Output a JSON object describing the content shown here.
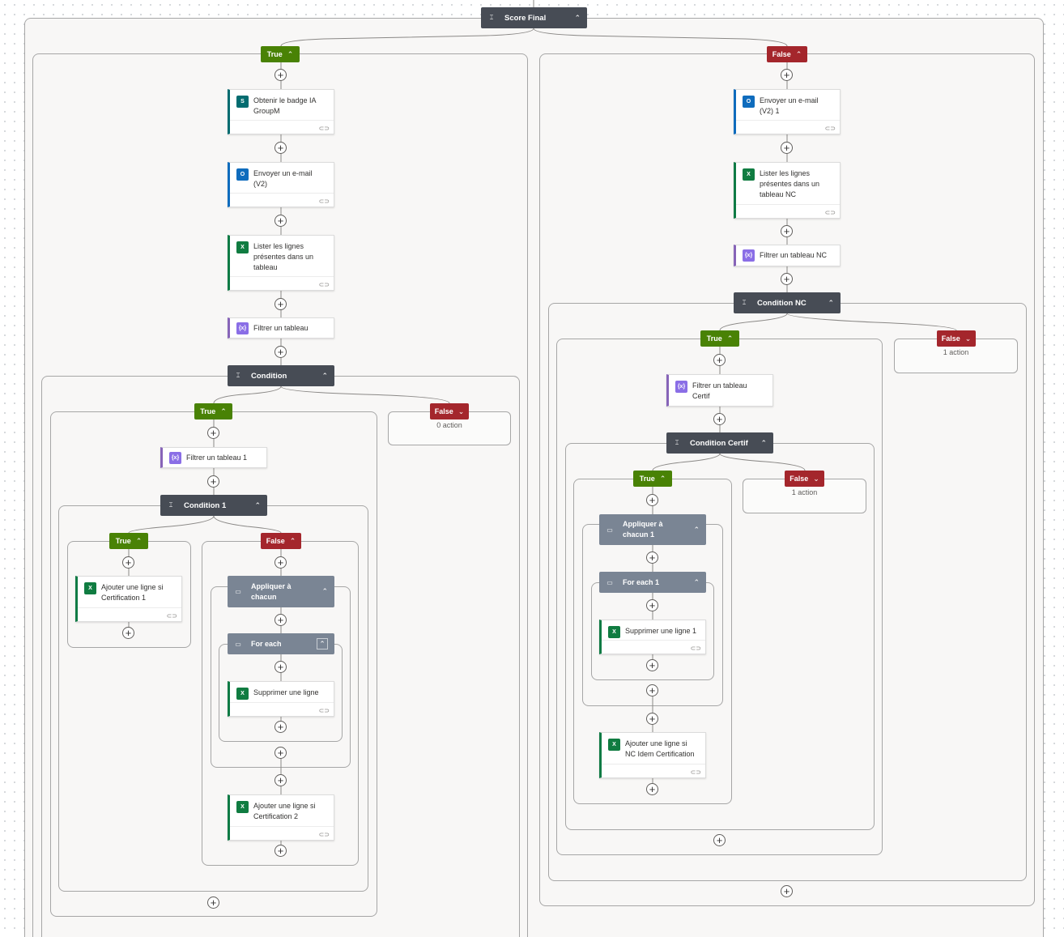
{
  "score_final": {
    "title": "Score Final",
    "icon": "condition-icon"
  },
  "labels": {
    "true": "True",
    "false": "False"
  },
  "left_branch": {
    "actions": {
      "badge": "Obtenir le badge IA\nGroupM",
      "email": "Envoyer un e-mail\n(V2)",
      "list_rows": "Lister les lignes\nprésentes dans un\ntableau",
      "filter": "Filtrer un tableau"
    },
    "condition": {
      "title": "Condition",
      "false_summary": "0 action",
      "filter1": "Filtrer un tableau 1",
      "condition1": {
        "title": "Condition 1",
        "true_add_row": "Ajouter une ligne si\nCertification 1",
        "apply_each": "Appliquer à\nchacun",
        "for_each": "For each",
        "delete_row": "Supprimer une ligne",
        "false_add_row": "Ajouter une ligne si\nCertification 2"
      }
    }
  },
  "right_branch": {
    "actions": {
      "email": "Envoyer un e-mail\n(V2) 1",
      "list_rows": "Lister les lignes\nprésentes dans un\ntableau NC",
      "filter": "Filtrer un tableau NC"
    },
    "condition_nc": {
      "title": "Condition NC",
      "false_summary": "1 action",
      "filter_certif": "Filtrer un tableau\nCertif",
      "condition_certif": {
        "title": "Condition Certif",
        "false_summary": "1 action",
        "apply_each": "Appliquer à\nchacun 1",
        "for_each": "For each 1",
        "delete_row": "Supprimer une ligne 1",
        "add_row": "Ajouter une ligne si\nNC Idem Certification"
      }
    }
  },
  "colors": {
    "true": "#498205",
    "false": "#a4262c",
    "condition_header": "#474c55",
    "loop_header": "#7a8594",
    "excel": "#107c41",
    "outlook": "#0f6cbd",
    "data_op": "#8a6ee6"
  }
}
